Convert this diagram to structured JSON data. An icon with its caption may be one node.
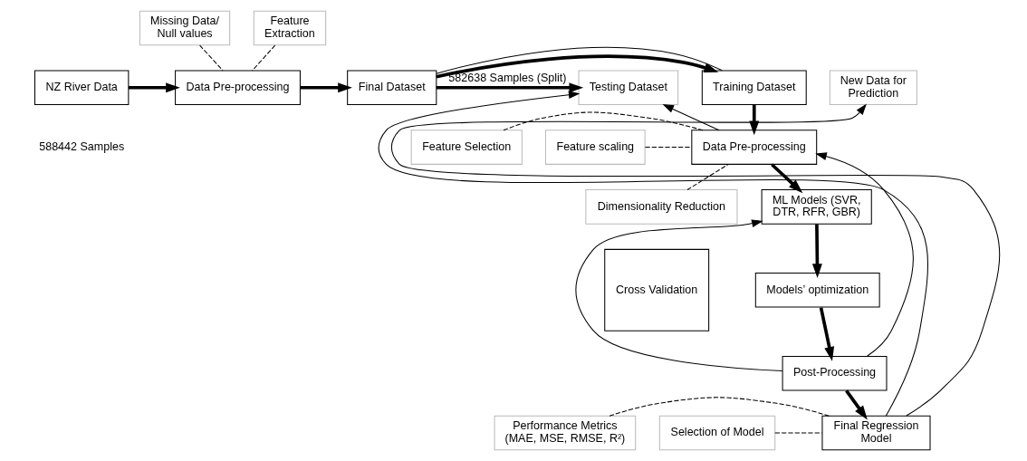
{
  "diagram": {
    "nodes": [
      {
        "text": [
          "NZ River Data"
        ],
        "beside": [
          "588442 Samples"
        ]
      },
      {
        "text": [
          "Data Pre-processing"
        ]
      },
      {
        "text": [
          "Missing Data/ Null values"
        ]
      },
      {
        "text": [
          "Feature Extraction"
        ]
      },
      {
        "text": [
          "Final Dataset"
        ]
      },
      {
        "text": [
          "Training Dataset"
        ]
      },
      {
        "text": [
          "Testing Dataset"
        ]
      },
      {
        "text": [
          "New Data for Prediction"
        ]
      },
      {
        "text": [
          "Data Pre-processing"
        ]
      },
      {
        "text": [
          "Feature Selection"
        ]
      },
      {
        "text": [
          "Feature scaling"
        ]
      },
      {
        "text": [
          "Dimensionality Reduction"
        ]
      },
      {
        "text": [
          "ML Models (SVR, DTR, RFR, GBR)"
        ]
      },
      {
        "text": [
          "Models’ optimization"
        ]
      },
      {
        "text": [
          "Post-Processing"
        ]
      },
      {
        "text": [
          "Performance Metrics (MAE, MSE, RMSE, R²)"
        ]
      },
      {
        "text": [
          "Final Regression Model"
        ]
      },
      {
        "text": [
          "Selection of Model"
        ]
      },
      {
        "text": [
          "Cross Validation"
        ]
      }
    ],
    "edges": [
      {
        "from": 0,
        "to": 1,
        "arrow": "to",
        "style": "thick"
      },
      {
        "from": 2,
        "to": 1,
        "arrow": "none",
        "style": "dashed"
      },
      {
        "from": 3,
        "to": 1,
        "arrow": "none",
        "style": "dashed"
      },
      {
        "from": 1,
        "to": 4,
        "arrow": "to",
        "style": "thick"
      },
      {
        "from": 4,
        "to": 5,
        "arrow": "to",
        "style": "thick"
      },
      {
        "from": 4,
        "to": 5,
        "arrow": "none"
      },
      {
        "from": 4,
        "to": 6,
        "arrow": "to",
        "style": "thick",
        "label": "582638 Samples (Split)"
      },
      {
        "from": 5,
        "to": 8,
        "arrow": "to",
        "style": "thick"
      },
      {
        "from": 9,
        "to": 8,
        "arrow": "none",
        "style": "dashed"
      },
      {
        "from": 10,
        "to": 8,
        "arrow": "none",
        "style": "dashed"
      },
      {
        "from": 11,
        "to": 8,
        "arrow": "none",
        "style": "dashed"
      },
      {
        "from": 8,
        "to": 6,
        "arrow": "to"
      },
      {
        "from": 8,
        "to": 12,
        "arrow": "to",
        "style": "thick"
      },
      {
        "from": 12,
        "to": 13,
        "arrow": "to",
        "style": "thick"
      },
      {
        "from": 13,
        "to": 14,
        "arrow": "to",
        "style": "thick"
      },
      {
        "from": 14,
        "to": 12,
        "arrow": "to"
      },
      {
        "from": 14,
        "to": 8,
        "arrow": "to"
      },
      {
        "from": 14,
        "to": 16,
        "arrow": "to",
        "style": "thick"
      },
      {
        "from": 15,
        "to": 16,
        "arrow": "none",
        "style": "dashed"
      },
      {
        "from": 17,
        "to": 16,
        "arrow": "none",
        "style": "dashed"
      },
      {
        "from": 16,
        "to": 6,
        "arrow": "to"
      },
      {
        "from": 16,
        "to": 7,
        "arrow": "to"
      }
    ]
  }
}
